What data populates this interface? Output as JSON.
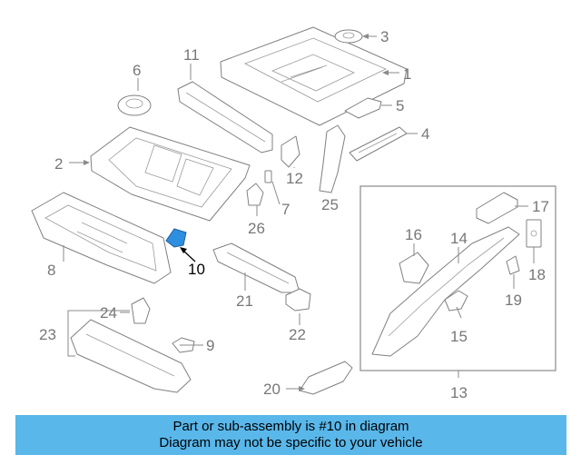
{
  "callouts": {
    "c1": "1",
    "c2": "2",
    "c3": "3",
    "c4": "4",
    "c5": "5",
    "c6": "6",
    "c7": "7",
    "c8": "8",
    "c9": "9",
    "c10": "10",
    "c11": "11",
    "c12": "12",
    "c13": "13",
    "c14": "14",
    "c15": "15",
    "c16": "16",
    "c17": "17",
    "c18": "18",
    "c19": "19",
    "c20": "20",
    "c21": "21",
    "c22": "22",
    "c23": "23",
    "c24": "24",
    "c25": "25",
    "c26": "26"
  },
  "highlighted_part": "10",
  "colors": {
    "highlight": "#2e8fe0",
    "banner": "#59b7ea",
    "line_art": "#808080"
  },
  "banner": {
    "line1": "Part or sub-assembly is #10 in diagram",
    "line2": "Diagram may not be specific to your vehicle"
  }
}
